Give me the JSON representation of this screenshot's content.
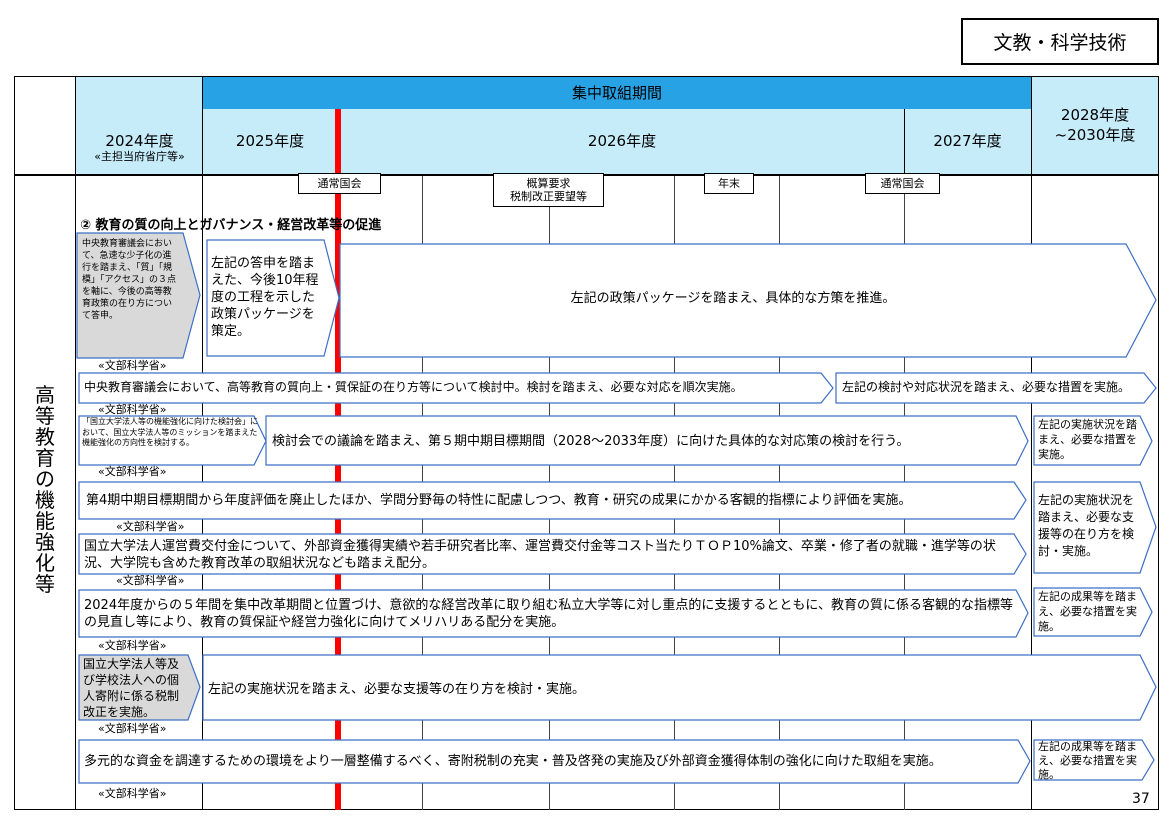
{
  "category": "文教・科学技術",
  "header": {
    "focus_period": "集中取組期間",
    "year_2024": "2024年度",
    "ministry_label": "«主担当府省庁等»",
    "year_2025": "2025年度",
    "year_2026": "2026年度",
    "year_2027": "2027年度",
    "year_2028_a": "2028年度",
    "year_2028_b": "~2030年度"
  },
  "section_title": "高等教育の機能強化等",
  "milestones": {
    "diet_1": "通常国会",
    "budget_1": "概算要求",
    "budget_2": "税制改正要望等",
    "year_end": "年末",
    "diet_2": "通常国会"
  },
  "heading": "② 教育の質の向上とガバナンス・経営改革等の促進",
  "rows": {
    "r1_gray": "中央教育審議会において、急速な少子化の進行を踏まえ、「質」「規模」「アクセス」の３点を軸に、今後の高等教育政策の在り方について答申。",
    "r1_mid": "左記の答申を踏まえた、今後10年程度の工程を示した政策パッケージを策定。",
    "r1_main": "左記の政策パッケージを踏まえ、具体的な方策を推進。",
    "r1_ministry": "«文部科学省»",
    "r2_main": "中央教育審議会において、高等教育の質向上・質保証の在り方等について検討中。検討を踏まえ、必要な対応を順次実施。",
    "r2_right": "左記の検討や対応状況を踏まえ、必要な措置を実施。",
    "r2_ministry": "«文部科学省»",
    "r3_left": "「国立大学法人等の機能強化に向けた検討会」において、国立大学法人等のミッションを踏まえた機能強化の方向性を検討する。",
    "r3_main": "検討会での議論を踏まえ、第５期中期目標期間（2028～2033年度）に向けた具体的な対応策の検討を行う。",
    "r3_right": "左記の実施状況を踏まえ、必要な措置を実施。",
    "r3_ministry": "«文部科学省»",
    "r4_main": "第4期中期目標期間から年度評価を廃止したほか、学問分野毎の特性に配慮しつつ、教育・研究の成果にかかる客観的指標により評価を実施。",
    "r4_ministry": "«文部科学省»",
    "r45_right": "左記の実施状況を踏まえ、必要な支援等の在り方を検討・実施。",
    "r5_main": "国立大学法人運営費交付金について、外部資金獲得実績や若手研究者比率、運営費交付金等コスト当たりＴＯＰ10%論文、卒業・修了者の就職・進学等の状況、大学院も含めた教育改革の取組状況なども踏まえ配分。",
    "r5_ministry": "«文部科学省»",
    "r6_main": "2024年度からの５年間を集中改革期間と位置づけ、意欲的な経営改革に取り組む私立大学等に対し重点的に支援するとともに、教育の質に係る客観的な指標等の見直し等により、教育の質保証や経営力強化に向けてメリハリある配分を実施。",
    "r6_right": "左記の成果等を踏まえ、必要な措置を実施。",
    "r6_ministry": "«文部科学省»",
    "r7_gray": "国立大学法人等及び学校法人への個人寄附に係る税制改正を実施。",
    "r7_main": "左記の実施状況を踏まえ、必要な支援等の在り方を検討・実施。",
    "r7_ministry": "«文部科学省»",
    "r8_main": "多元的な資金を調達するための環境をより一層整備するべく、寄附税制の充実・普及啓発の実施及び外部資金獲得体制の強化に向けた取組を実施。",
    "r8_right": "左記の成果等を踏まえ、必要な措置を実施。",
    "r8_ministry": "«文部科学省»"
  },
  "page_number": "37",
  "colors": {
    "header_dark": "#27a3e5",
    "header_light": "#c6ecfa",
    "arrow_border": "#3d6fc4",
    "gray_box": "#d9d9d9",
    "red_line": "#ff0000"
  }
}
